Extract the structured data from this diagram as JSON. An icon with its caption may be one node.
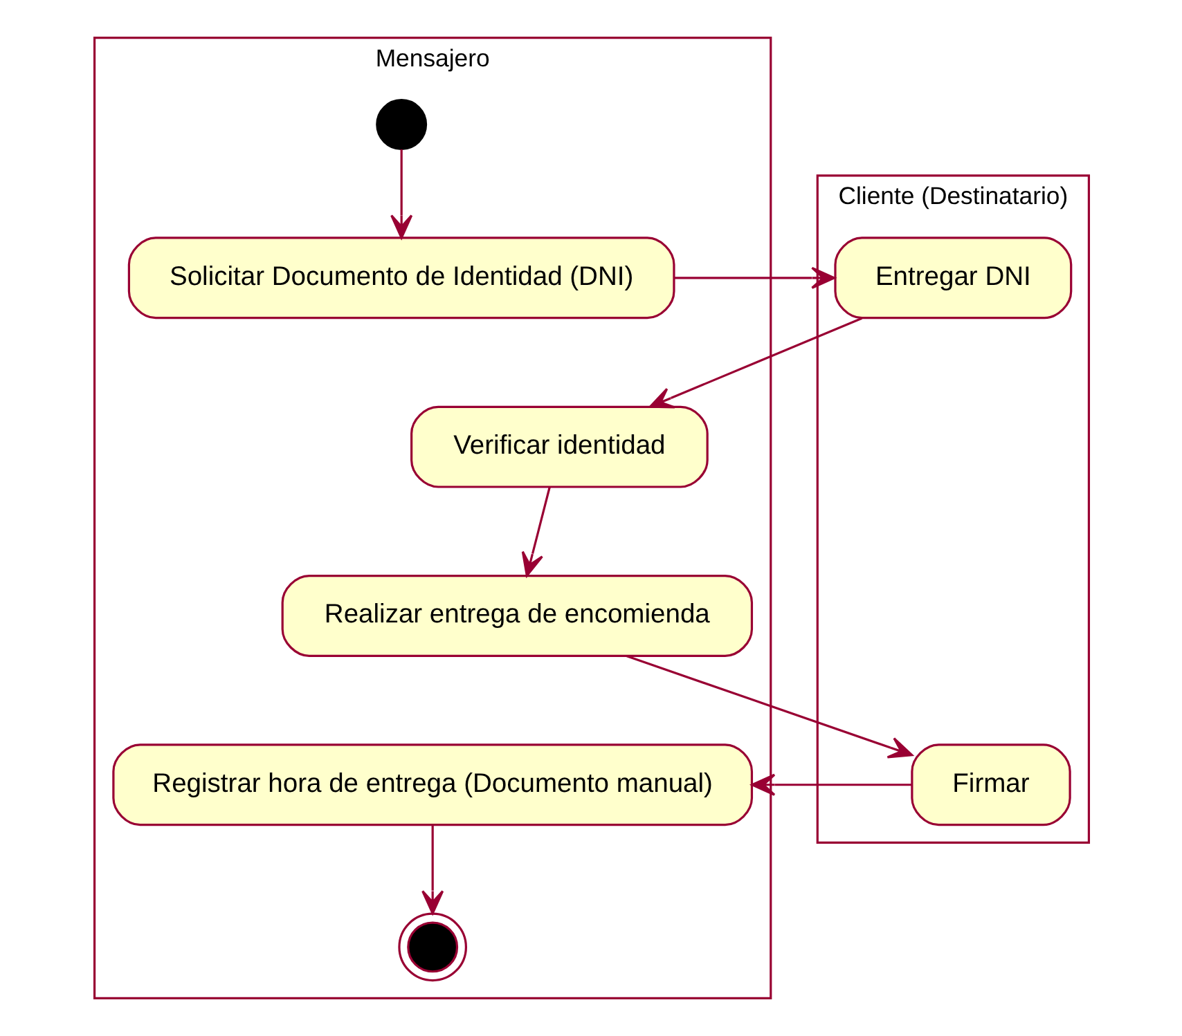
{
  "diagram": {
    "nodes": [
      {
        "text": [
          "Mensajero"
        ]
      },
      {
        "text": [
          "Cliente (Destinatario)"
        ]
      },
      {
        "text": [],
        "shape": "circle",
        "in": 0
      },
      {
        "text": [
          "Solicitar Documento de Identidad (DNI)"
        ],
        "in": 0
      },
      {
        "text": [
          "Entregar DNI"
        ],
        "in": 1
      },
      {
        "text": [
          "Verificar identidad"
        ],
        "in": 0
      },
      {
        "text": [
          "Realizar entrega de encomienda"
        ],
        "in": 0
      },
      {
        "text": [
          "Firmar"
        ],
        "in": 1
      },
      {
        "text": [
          "Registrar hora de entrega (Documento manual)"
        ],
        "in": 0
      },
      {
        "text": [],
        "shape": "bullseye",
        "in": 0
      }
    ],
    "edges": [
      {
        "from": 2,
        "to": 3,
        "arrow": "to"
      },
      {
        "from": 3,
        "to": 4,
        "arrow": "to"
      },
      {
        "from": 4,
        "to": 5,
        "arrow": "to"
      },
      {
        "from": 5,
        "to": 6,
        "arrow": "to"
      },
      {
        "from": 6,
        "to": 7,
        "arrow": "to"
      },
      {
        "from": 7,
        "to": 8,
        "arrow": "to"
      },
      {
        "from": 8,
        "to": 9,
        "arrow": "to"
      }
    ]
  }
}
